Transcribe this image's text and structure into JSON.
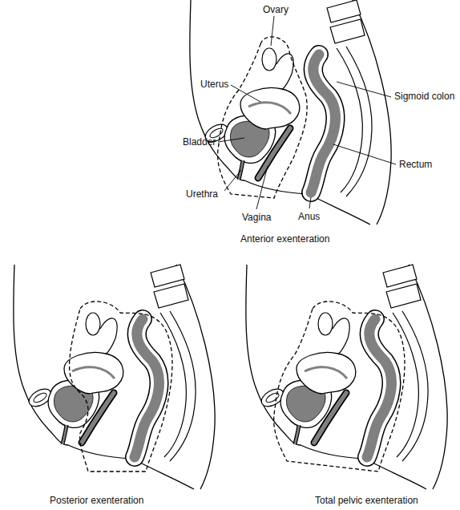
{
  "diagram": {
    "labels": [
      "Ovary",
      "Uterus",
      "Sigmoid colon",
      "Bladder",
      "Rectum",
      "Urethra",
      "Vagina",
      "Anus",
      "Anterior exenteration",
      "Posterior exenteration",
      "Total pelvic exenteration"
    ]
  }
}
